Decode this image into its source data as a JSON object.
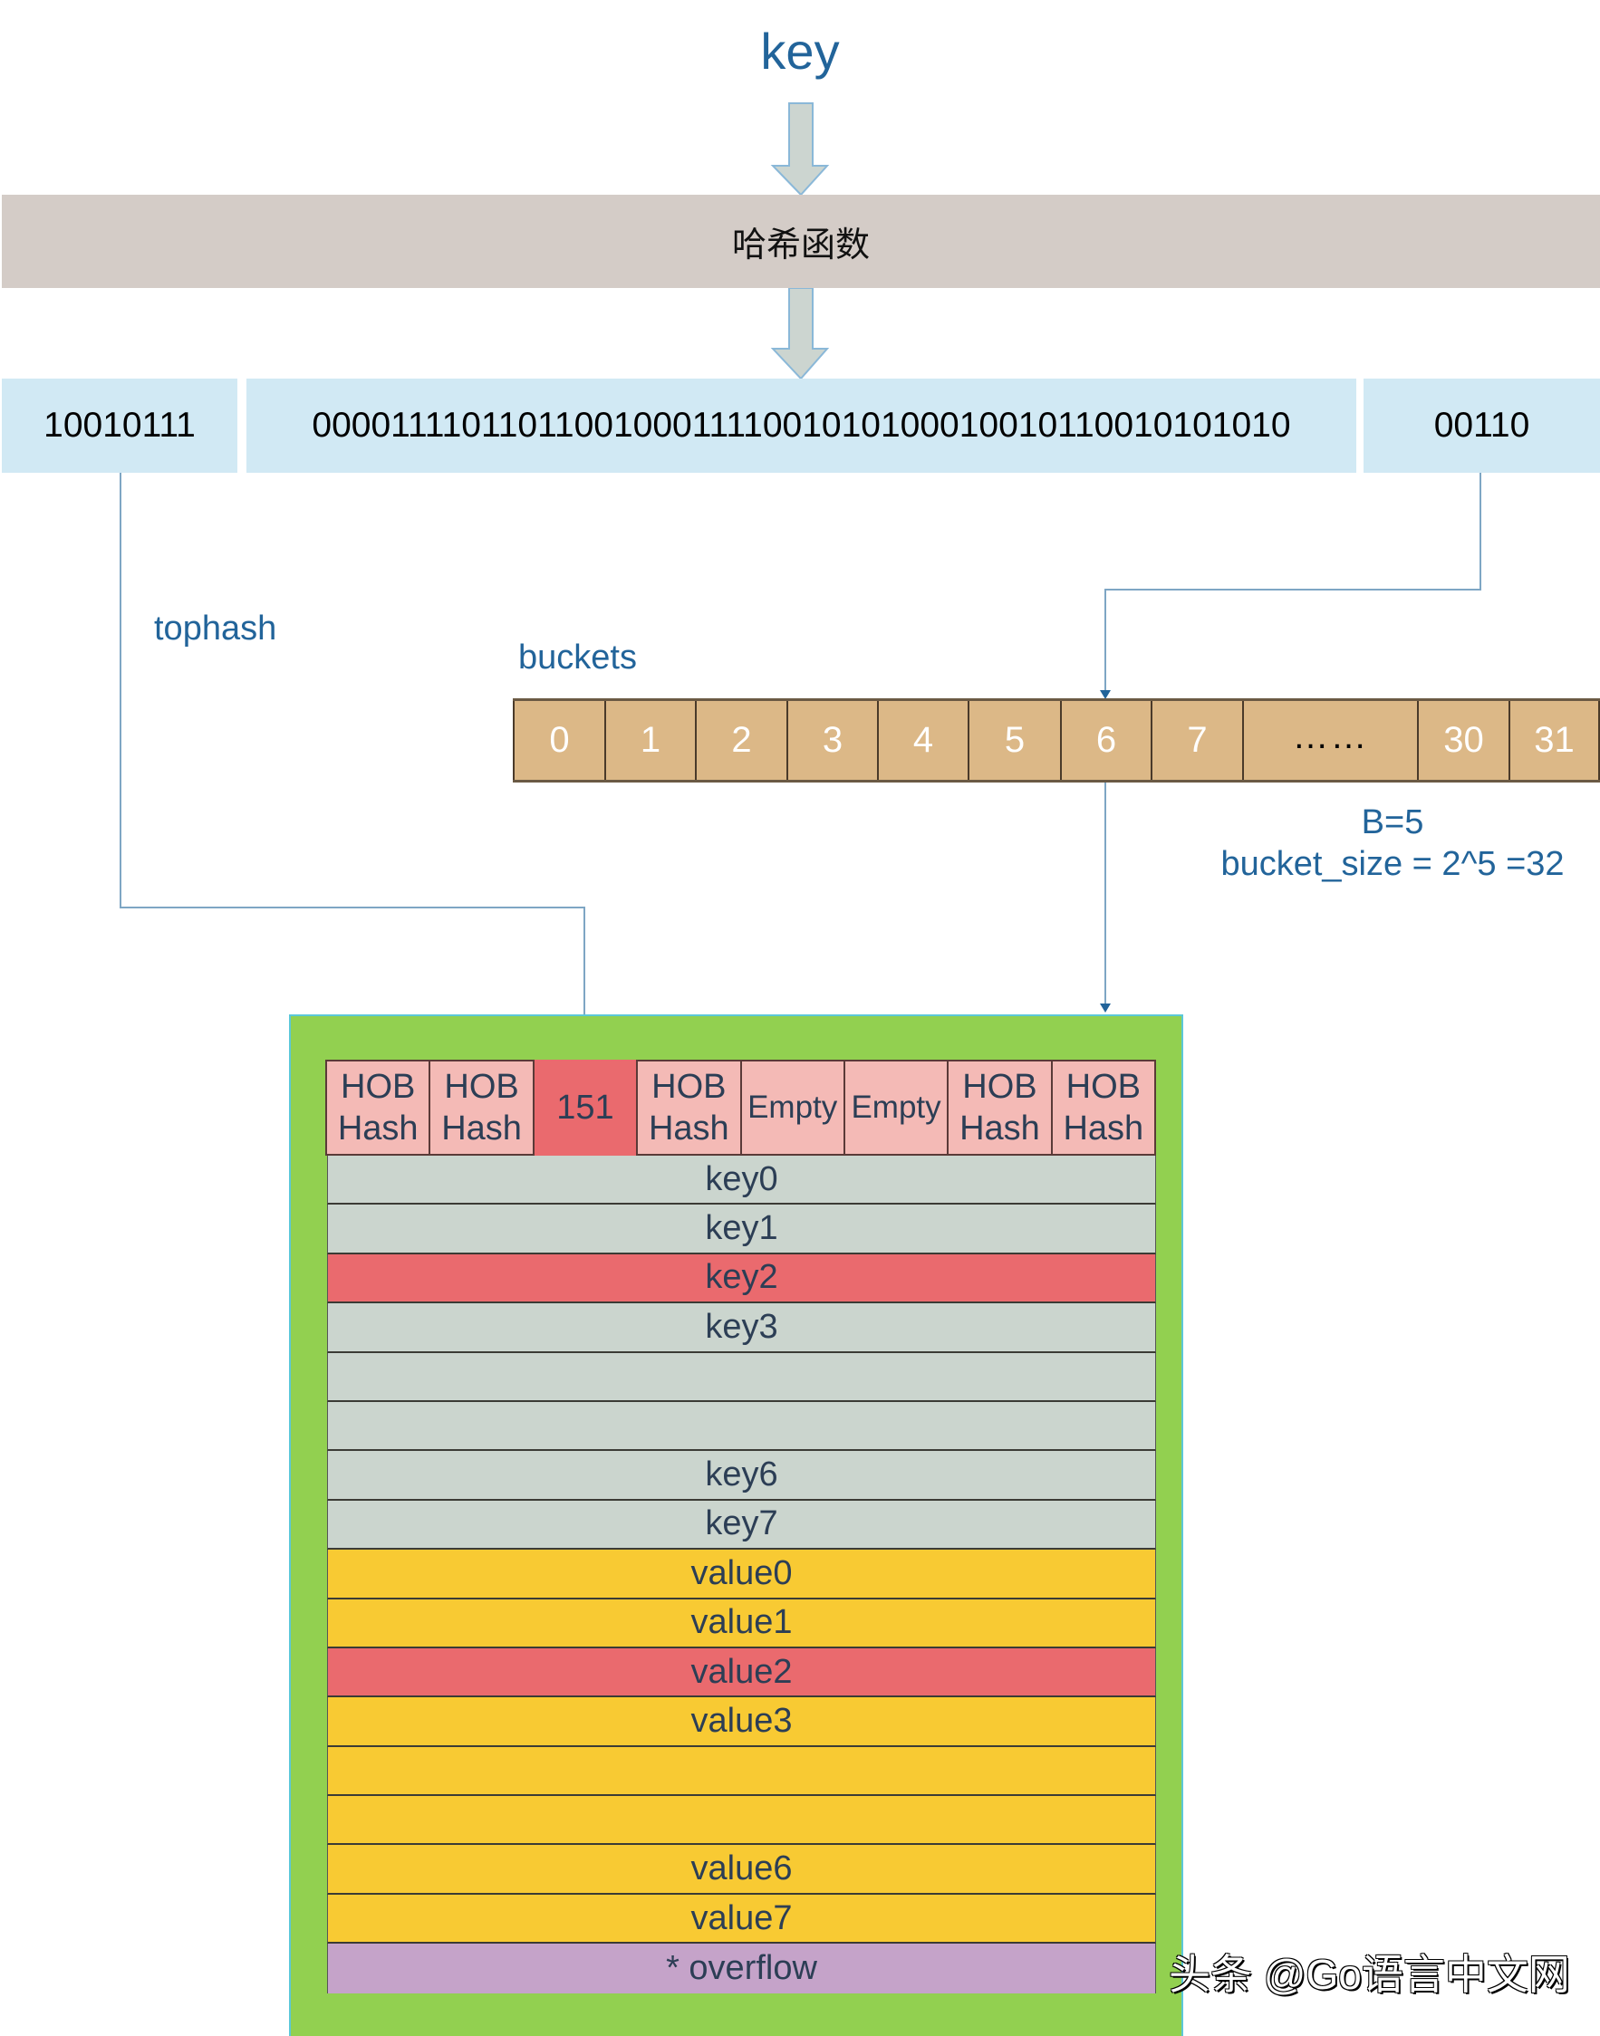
{
  "input": {
    "label": "key"
  },
  "hash_function": {
    "label": "哈希函数"
  },
  "hash_bits": {
    "high": "10010111",
    "middle": "000011110110110010001111001010100010010110010101010",
    "low": "00110"
  },
  "annotations": {
    "tophash": "tophash",
    "buckets": "buckets",
    "b_value": "B=5",
    "bucket_size": "bucket_size = 2^5 =32"
  },
  "buckets": [
    {
      "label": "0"
    },
    {
      "label": "1"
    },
    {
      "label": "2"
    },
    {
      "label": "3"
    },
    {
      "label": "4"
    },
    {
      "label": "5"
    },
    {
      "label": "6"
    },
    {
      "label": "7"
    },
    {
      "label": "……"
    },
    {
      "label": "30"
    },
    {
      "label": "31"
    }
  ],
  "selected_bucket": "6",
  "bucket_detail": {
    "tophash": [
      {
        "line1": "HOB",
        "line2": "Hash"
      },
      {
        "line1": "HOB",
        "line2": "Hash"
      },
      {
        "line1": "151",
        "line2": ""
      },
      {
        "line1": "HOB",
        "line2": "Hash"
      },
      {
        "line1": "Empty",
        "line2": ""
      },
      {
        "line1": "Empty",
        "line2": ""
      },
      {
        "line1": "HOB",
        "line2": "Hash"
      },
      {
        "line1": "HOB",
        "line2": "Hash"
      }
    ],
    "keys": [
      "key0",
      "key1",
      "key2",
      "key3",
      "",
      "",
      "key6",
      "key7"
    ],
    "values": [
      "value0",
      "value1",
      "value2",
      "value3",
      "",
      "",
      "value6",
      "value7"
    ],
    "overflow": "* overflow",
    "matched_index": 2
  },
  "colors": {
    "accent_text": "#22649a",
    "hash_bar": "#d4ccc7",
    "bits_box": "#d1e9f4",
    "bucket_cell": "#dcb887",
    "bucket_container": "#92d050",
    "tophash_cell": "#f4bab6",
    "match_highlight": "#ea6a6e",
    "key_row": "#cbd5ce",
    "value_row": "#f8ca33",
    "overflow_row": "#c5a3c9"
  },
  "watermark": "头条 @Go语言中文网"
}
